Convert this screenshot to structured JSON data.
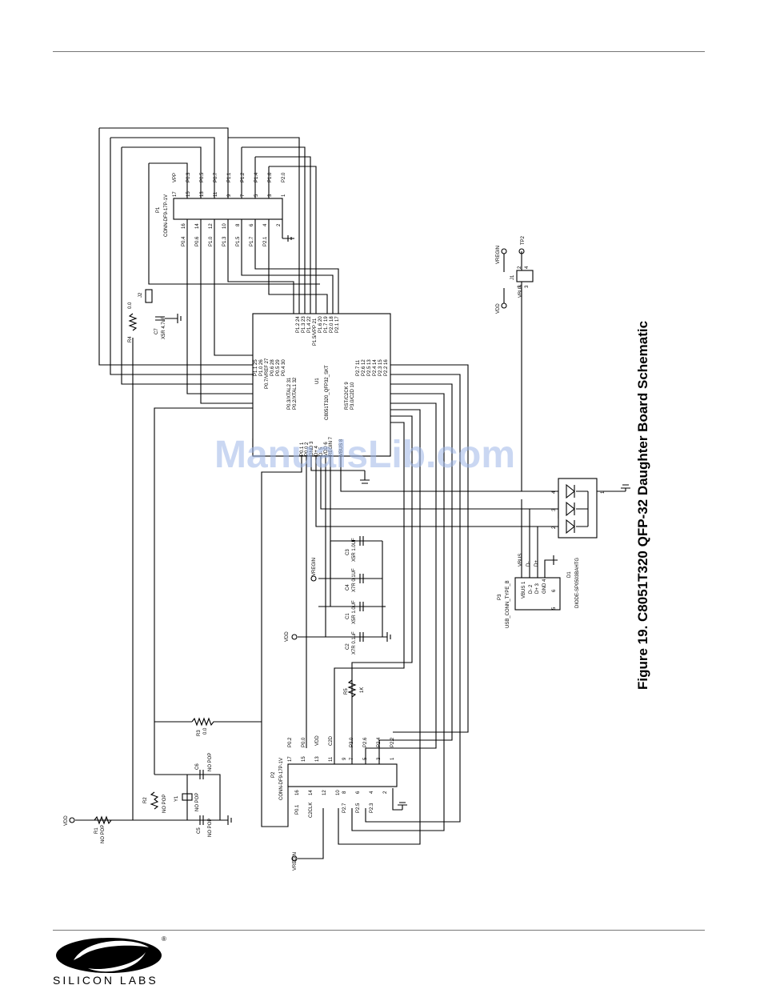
{
  "figure_title": "Figure 19. C8051T320 QFP-32 Daughter Board Schematic",
  "watermark": "ManualsLib.com",
  "brand": {
    "name": "SILICON LABS",
    "reg": "®"
  },
  "u1": {
    "refdes": "U1",
    "part": "C8051T320_QFP32_SKT",
    "top_pins": [
      "P1.2 24",
      "P1.3 23",
      "P1.4 22",
      "P1.5/VPP 21",
      "P1.6 20",
      "P1.7 19",
      "P2.0 18",
      "P2.1 17"
    ],
    "left_pins": [
      "P1.1 25",
      "P1.0 26",
      "P0.7/VREF 27",
      "P0.6 28",
      "P0.5 29",
      "P0.4 30",
      "P0.3/XTAL2 31",
      "P0.2/XTAL1 32"
    ],
    "right_pins": [
      "P2.2 16",
      "P2.3 15",
      "P2.4 14",
      "P2.5 13",
      "P2.6 12",
      "P2.7 11",
      "P3.0/C2D 10",
      "RST/C2CK 9"
    ],
    "bottom_pins": [
      "P0.1 1",
      "P0.0 2",
      "GND 3",
      "D+ 4",
      "D- 5",
      "VDD 6",
      "REGIN 7",
      "VBUS 8"
    ]
  },
  "p1": {
    "refdes": "P1",
    "part": "CONN-DF9-17P-1V",
    "top_nums": [
      "17",
      "15",
      "13",
      "11",
      "9",
      "7",
      "5",
      "3",
      "1"
    ],
    "top_names": [
      "VPP",
      "P0.3",
      "P0.5",
      "P0.7",
      "P1.1",
      "P1.2",
      "P1.4",
      "P1.6",
      "P2.0"
    ],
    "bot_nums": [
      "16",
      "14",
      "12",
      "10",
      "8",
      "6",
      "4",
      "2"
    ],
    "bot_names": [
      "P0.4",
      "P0.6",
      "P1.0",
      "P1.3",
      "P1.5",
      "P1.7",
      "P2.1",
      ""
    ]
  },
  "p2": {
    "refdes": "P2",
    "part": "CONN-DF9-17P-1V",
    "top_nums": [
      "17",
      "15",
      "13",
      "11",
      "9",
      "7",
      "5",
      "3",
      "1"
    ],
    "top_names": [
      "P0.2",
      "P0.0",
      "VDD",
      "C2D",
      "",
      "P3.0",
      "P2.6",
      "P2.4",
      "P2.2"
    ],
    "bot_nums": [
      "16",
      "14",
      "12",
      "10",
      "8",
      "6",
      "4",
      "2"
    ],
    "bot_names": [
      "P0.1",
      "C2CLK",
      "",
      "",
      "P2.7",
      "P2.5",
      "P2.3",
      ""
    ]
  },
  "p3": {
    "refdes": "P3",
    "part": "USB_CONN_TYPE_B",
    "pins": [
      "VBUS 1",
      "D- 2",
      "D+ 3",
      "GND 4"
    ],
    "shield": [
      "5",
      "6"
    ],
    "nets": [
      "VBUS",
      "D-",
      "D+"
    ]
  },
  "d1": {
    "refdes": "D1",
    "part": "DIODE-SP0503BAHTG",
    "pins": [
      "1",
      "2",
      "3",
      "4"
    ]
  },
  "j1": {
    "refdes": "J1",
    "pins": [
      "1",
      "2",
      "3",
      "4"
    ],
    "net": "VBUS"
  },
  "tp2": {
    "refdes": "TP2"
  },
  "j2": {
    "refdes": "J2"
  },
  "nets": {
    "vdd": "VDD",
    "vregin": "VREGIN"
  },
  "components": [
    {
      "ref": "R4",
      "value": "0.0"
    },
    {
      "ref": "C7",
      "value": "X5R 4.7uF"
    },
    {
      "ref": "C3",
      "value": "X5R 1.0UF"
    },
    {
      "ref": "C4",
      "value": "X7R 0.1UF"
    },
    {
      "ref": "C1",
      "value": "X5R 1.0UF"
    },
    {
      "ref": "C2",
      "value": "X7R 0.1uF"
    },
    {
      "ref": "R5",
      "value": "1K"
    },
    {
      "ref": "R3",
      "value": "0.0"
    },
    {
      "ref": "R2",
      "value": "NO POP"
    },
    {
      "ref": "Y1",
      "value": "NO POP"
    },
    {
      "ref": "C6",
      "value": "NO POP"
    },
    {
      "ref": "C5",
      "value": "NO POP"
    },
    {
      "ref": "R1",
      "value": "NO POP"
    }
  ]
}
